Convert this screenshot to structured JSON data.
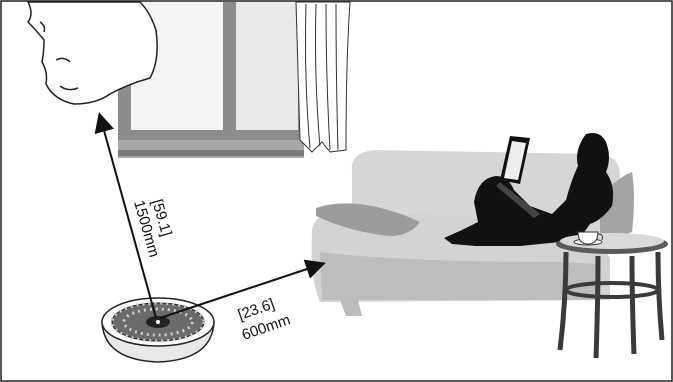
{
  "dimensions": {
    "vertical": {
      "inches": "[59.1]",
      "mm": "1500mm"
    },
    "horizontal": {
      "inches": "[23.6]",
      "mm": "600mm"
    }
  },
  "colors": {
    "frame": "#222222",
    "sofa": "#d6d6d6",
    "sofa_shade": "#b9b9b9",
    "window_frame": "#8c8c8c",
    "window_glass": "#f2f2f2",
    "silhouette": "#111111",
    "table": "#3a3a3a"
  }
}
